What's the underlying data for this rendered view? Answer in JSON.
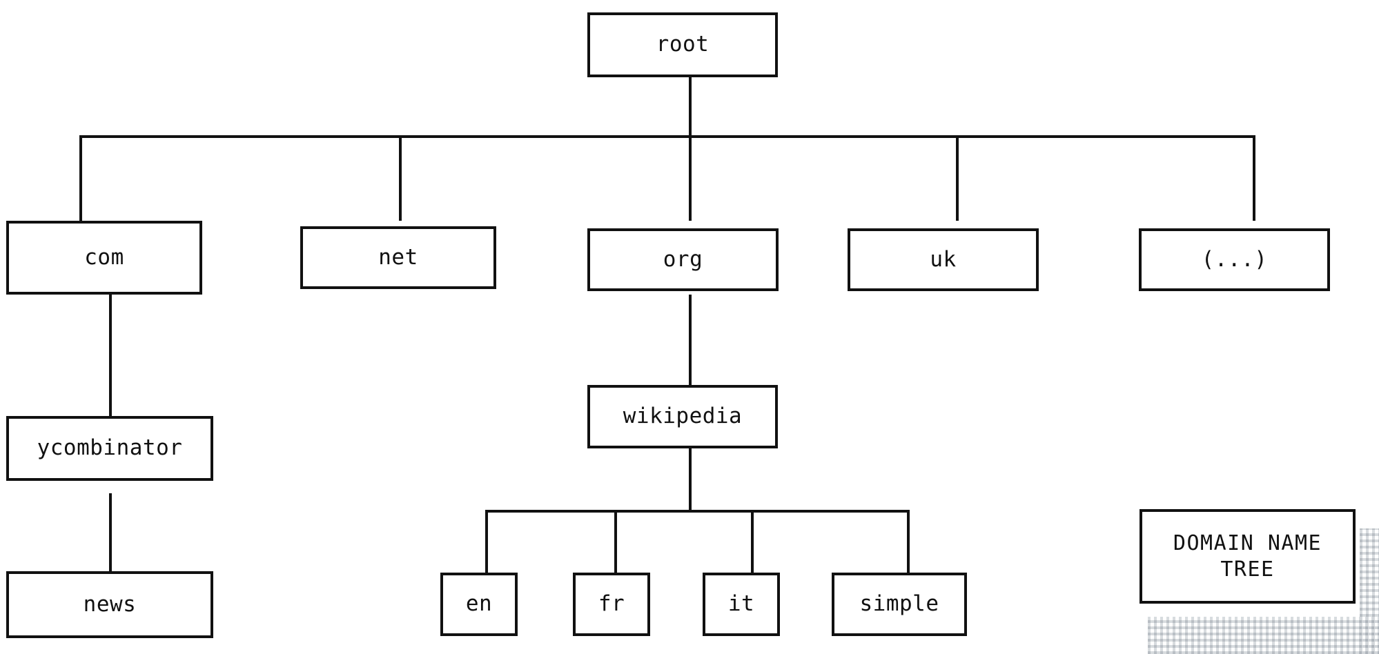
{
  "diagram": {
    "title": "DOMAIN NAME TREE",
    "legend_line1": "DOMAIN NAME",
    "legend_line2": "TREE",
    "stroke_color": "#111111",
    "background_color": "#ffffff",
    "texture_color": "#d2d6da"
  },
  "nodes": {
    "root": {
      "label": "root"
    },
    "com": {
      "label": "com"
    },
    "net": {
      "label": "net"
    },
    "org": {
      "label": "org"
    },
    "uk": {
      "label": "uk"
    },
    "more": {
      "label": "(...)"
    },
    "ycombinator": {
      "label": "ycombinator"
    },
    "news": {
      "label": "news"
    },
    "wikipedia": {
      "label": "wikipedia"
    },
    "en": {
      "label": "en"
    },
    "fr": {
      "label": "fr"
    },
    "it": {
      "label": "it"
    },
    "simple": {
      "label": "simple"
    }
  },
  "chart_data": {
    "type": "tree",
    "title": "DOMAIN NAME TREE",
    "root": {
      "name": "root",
      "children": [
        {
          "name": "com",
          "children": [
            {
              "name": "ycombinator",
              "children": [
                {
                  "name": "news",
                  "children": []
                }
              ]
            }
          ]
        },
        {
          "name": "net",
          "children": []
        },
        {
          "name": "org",
          "children": [
            {
              "name": "wikipedia",
              "children": [
                {
                  "name": "en",
                  "children": []
                },
                {
                  "name": "fr",
                  "children": []
                },
                {
                  "name": "it",
                  "children": []
                },
                {
                  "name": "simple",
                  "children": []
                }
              ]
            }
          ]
        },
        {
          "name": "uk",
          "children": []
        },
        {
          "name": "(...)",
          "children": []
        }
      ]
    },
    "depth": 4,
    "node_count": 13,
    "edges": [
      [
        "root",
        "com"
      ],
      [
        "root",
        "net"
      ],
      [
        "root",
        "org"
      ],
      [
        "root",
        "uk"
      ],
      [
        "root",
        "(...)"
      ],
      [
        "com",
        "ycombinator"
      ],
      [
        "ycombinator",
        "news"
      ],
      [
        "org",
        "wikipedia"
      ],
      [
        "wikipedia",
        "en"
      ],
      [
        "wikipedia",
        "fr"
      ],
      [
        "wikipedia",
        "it"
      ],
      [
        "wikipedia",
        "simple"
      ]
    ]
  }
}
